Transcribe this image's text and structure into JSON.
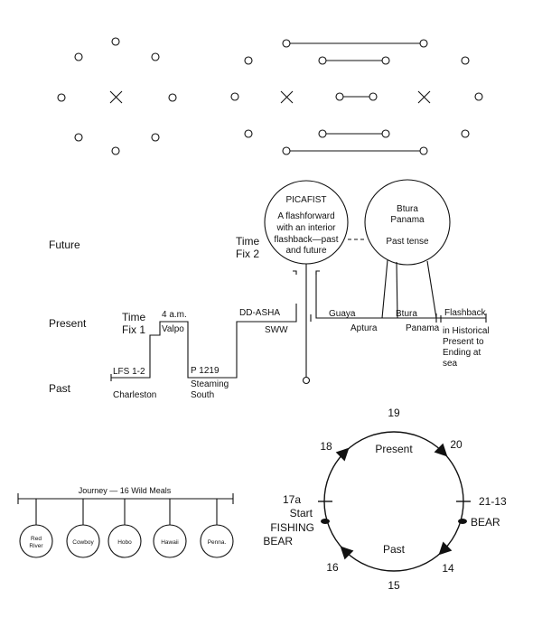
{
  "levels": {
    "future": "Future",
    "present": "Present",
    "past": "Past"
  },
  "timeline": {
    "time_fix_1": [
      "Time",
      "Fix 1"
    ],
    "time_fix_2": [
      "Time",
      "Fix 2"
    ],
    "lfs": "LFS 1-2",
    "charleston": "Charleston",
    "four_am": "4 a.m.",
    "valpo": "Valpo",
    "p1219": "P 1219",
    "steaming_south": [
      "Steaming",
      "South"
    ],
    "dd_asha": "DD-ASHA",
    "sww": "SWW",
    "guaya": "Guaya",
    "aptura": "Aptura",
    "btura": "Btura",
    "panama": "Panama",
    "flashback": "Flashback",
    "flashback_note": [
      "in Historical",
      "Present to",
      "Ending at",
      "sea"
    ]
  },
  "picafist": {
    "title": "PICAFIST",
    "lines": [
      "A flashforward",
      "with an interior",
      "flashback—past",
      "and future"
    ]
  },
  "btura_circle": {
    "lines": [
      "Btura",
      "Panama"
    ],
    "tense": "Past tense"
  },
  "journey": {
    "title": "Journey — 16 Wild Meals",
    "meals": [
      "Red River",
      "Cowboy",
      "Hobo",
      "Hawaii",
      "Penna."
    ]
  },
  "cycle": {
    "labels": {
      "top": "19",
      "upper_right": "20",
      "right": "21-13",
      "lower_right": "14",
      "bottom": "15",
      "lower_left": "16",
      "left": "17a",
      "upper_left": "18",
      "start": "Start"
    },
    "present": "Present",
    "past": "Past",
    "fishing": "FISHING",
    "bear_left": "BEAR",
    "bear_right": "BEAR"
  }
}
